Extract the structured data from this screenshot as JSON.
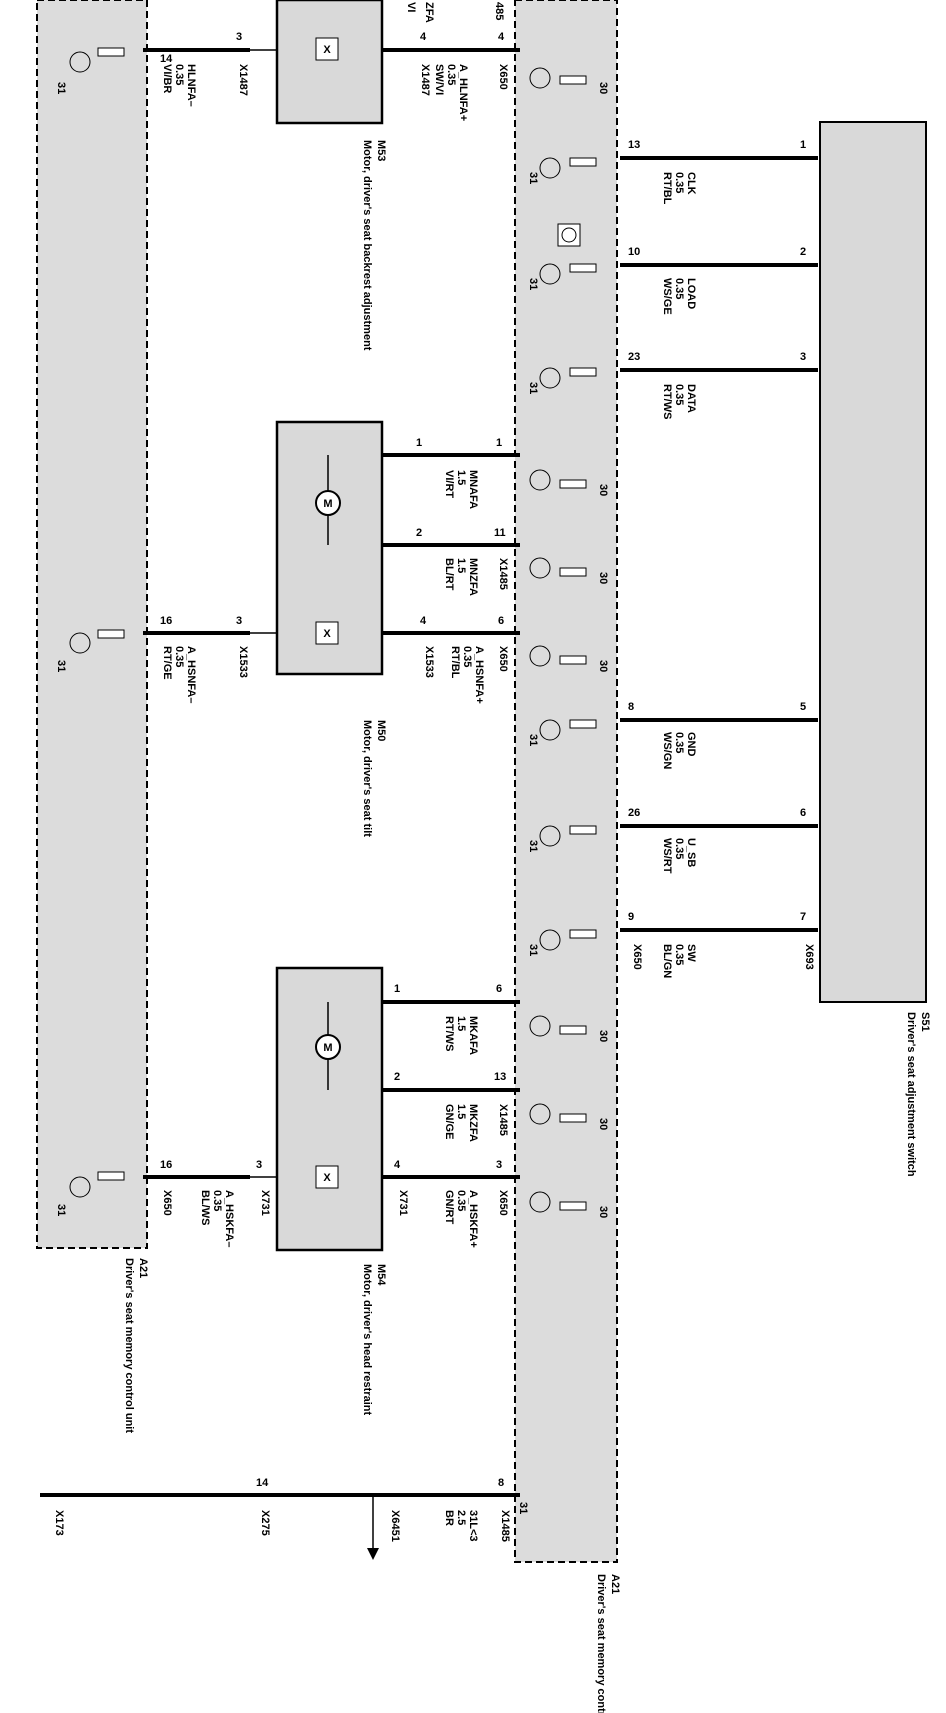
{
  "components": {
    "a21_left": {
      "id": "A21",
      "desc": "Driver's seat memory control unit"
    },
    "a21_right": {
      "id": "A21",
      "desc": "Driver's seat memory control unit"
    },
    "m53": {
      "id": "M53",
      "desc": "Motor, driver's seat backrest adjustment"
    },
    "m50": {
      "id": "M50",
      "desc": "Motor, driver's seat tilt"
    },
    "m54": {
      "id": "M54",
      "desc": "Motor, driver's head restraint"
    },
    "s51": {
      "id": "S51",
      "desc": "Driver's seat adjustment switch"
    }
  },
  "wires": {
    "hlnfa_minus": {
      "name": "HLNFA–",
      "gauge": "0.35",
      "color": "VI/BR",
      "pin_a21": "14",
      "pin_motor": "3",
      "connector": "X1487"
    },
    "a_hlnfa_plus": {
      "name": "A_HLNFA+",
      "gauge": "0.35",
      "color": "SW/VI",
      "pin_a21": "4",
      "pin_motor": "4",
      "connector_a21": "X650",
      "connector_motor": "X1487"
    },
    "clk": {
      "name": "CLK",
      "gauge": "0.35",
      "color": "RT/BL",
      "pin_a21": "13",
      "pin_sw": "1"
    },
    "load": {
      "name": "LOAD",
      "gauge": "0.35",
      "color": "WS/GE",
      "pin_a21": "10",
      "pin_sw": "2"
    },
    "data": {
      "name": "DATA",
      "gauge": "0.35",
      "color": "RT/WS",
      "pin_a21": "23",
      "pin_sw": "3"
    },
    "mnafa": {
      "name": "MNAFA",
      "gauge": "1.5",
      "color": "VI/RT",
      "pin_a21": "1",
      "pin_motor": "1"
    },
    "mnzfa": {
      "name": "MNZFA",
      "gauge": "1.5",
      "color": "BL/RT",
      "pin_a21": "11",
      "pin_motor": "2",
      "connector": "X1485"
    },
    "a_hsnfa_minus": {
      "name": "A_HSNFA–",
      "gauge": "0.35",
      "color": "RT/GE",
      "pin_a21": "16",
      "pin_motor": "3",
      "connector": "X1533"
    },
    "a_hsnfa_plus": {
      "name": "A_HSNFA+",
      "gauge": "0.35",
      "color": "RT/BL",
      "pin_a21": "6",
      "pin_motor": "4",
      "connector_a21": "X650",
      "connector_motor": "X1533"
    },
    "gnd": {
      "name": "GND",
      "gauge": "0.35",
      "color": "WS/GN",
      "pin_a21": "8",
      "pin_sw": "5"
    },
    "u_sb": {
      "name": "U_SB",
      "gauge": "0.35",
      "color": "WS/RT",
      "pin_a21": "26",
      "pin_sw": "6"
    },
    "sw": {
      "name": "SW",
      "gauge": "0.35",
      "color": "BL/GN",
      "pin_a21": "9",
      "pin_sw": "7",
      "connector_a21": "X650",
      "connector_sw": "X693"
    },
    "mkafa": {
      "name": "MKAFA",
      "gauge": "1.5",
      "color": "RT/WS",
      "pin_a21": "6",
      "pin_motor": "1"
    },
    "mkzfa": {
      "name": "MKZFA",
      "gauge": "1.5",
      "color": "GN/GE",
      "pin_a21": "13",
      "pin_motor": "2",
      "connector": "X1485"
    },
    "a_hskfa_minus": {
      "name": "A_HSKFA–",
      "gauge": "0.35",
      "color": "BL/WS",
      "pin_a21": "16",
      "pin_motor": "3",
      "connector_a21": "X650",
      "connector_motor": "X731"
    },
    "a_hskfa_plus": {
      "name": "A_HSKFA+",
      "gauge": "0.35",
      "color": "GN/RT",
      "pin_a21": "3",
      "pin_motor": "4",
      "connector_a21": "X650",
      "connector_motor": "X731"
    },
    "ground": {
      "name": "31L<3",
      "gauge": "2.5",
      "color": "BR",
      "pin_a21": "8",
      "connector_a21": "X1485",
      "pin_x275": "14"
    }
  },
  "top_cut": {
    "left_a": "ZFA",
    "left_b": "VI",
    "pin": "485"
  },
  "connectors": {
    "x6451": "X6451",
    "x275": "X275",
    "x173": "X173"
  },
  "symbols": {
    "ground_31": "31",
    "supply_30": "30",
    "motor": "M",
    "pos_sensor": "X"
  }
}
